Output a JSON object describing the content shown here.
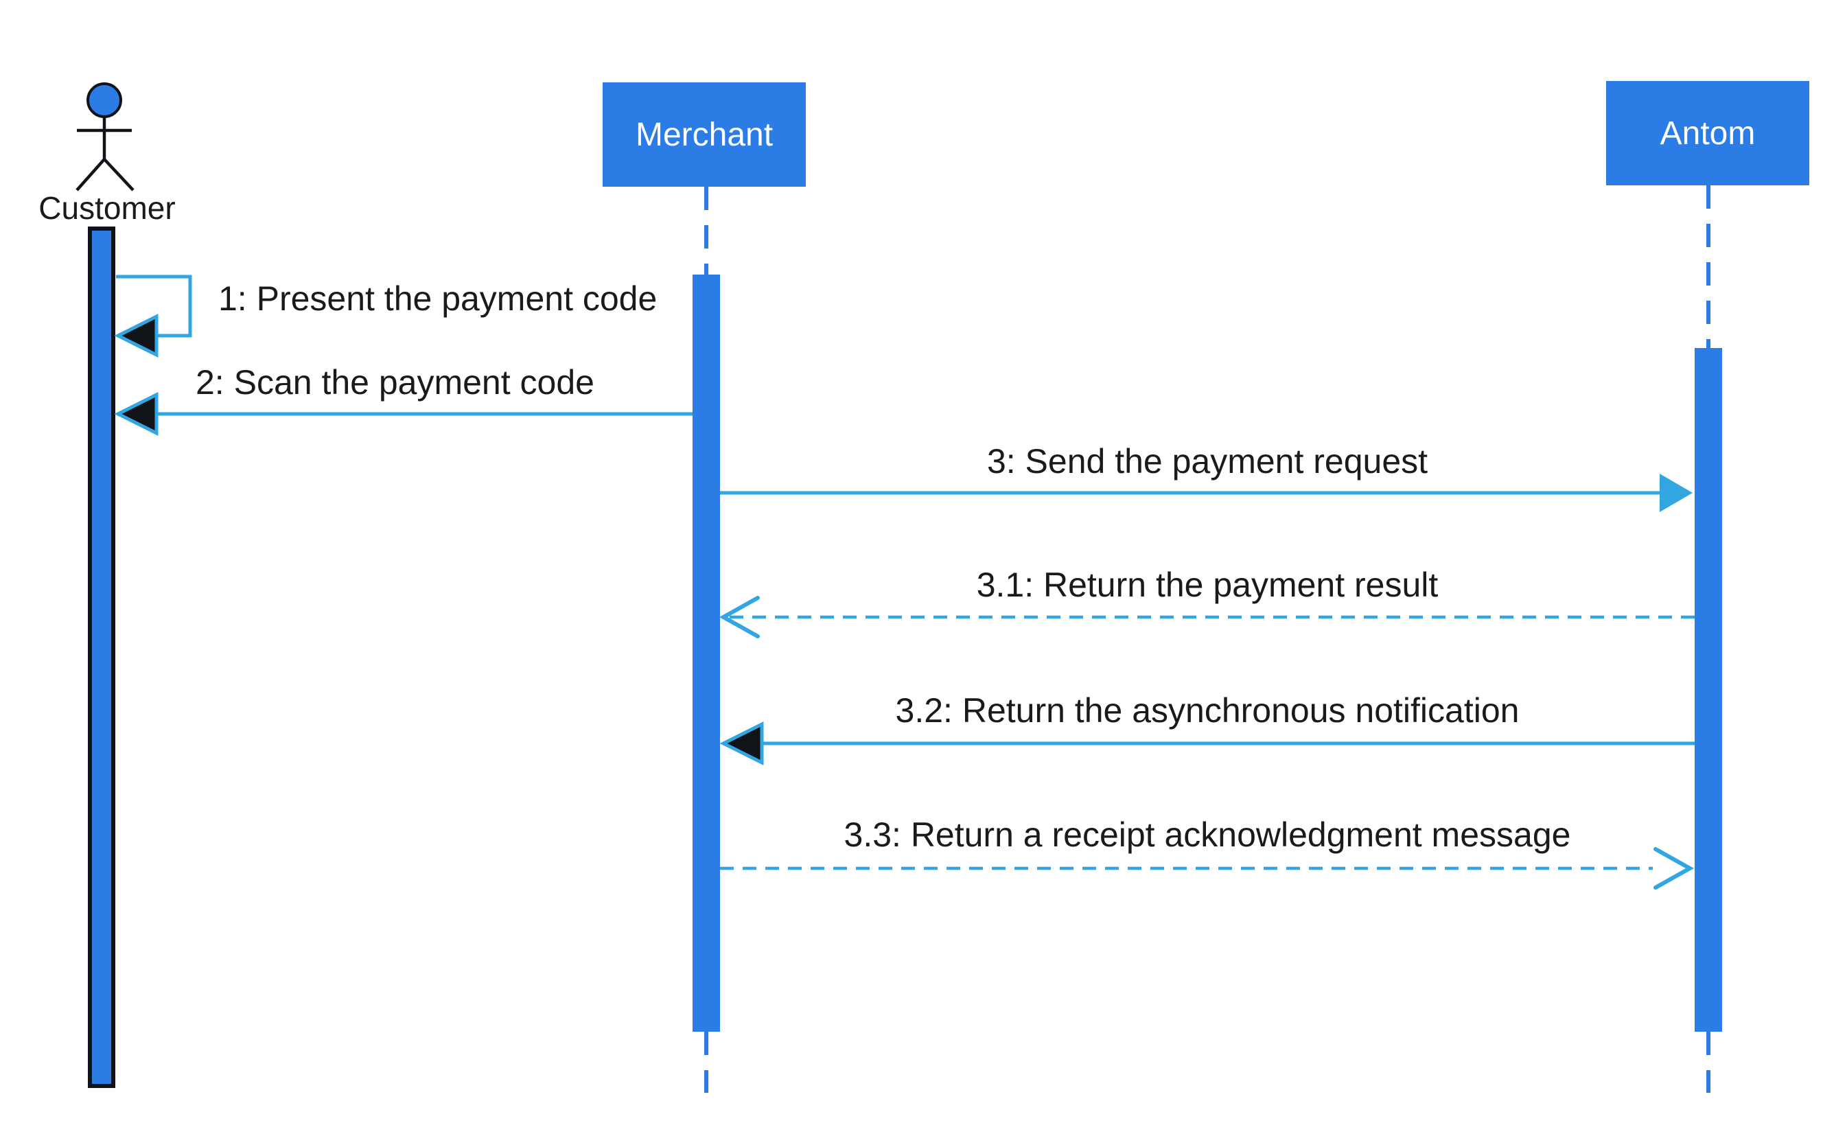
{
  "diagram": {
    "kind": "uml-sequence-diagram",
    "participants": [
      {
        "label": "Customer",
        "representation": "actor-stick-figure"
      },
      {
        "label": "Merchant",
        "representation": "header-box"
      },
      {
        "label": "Antom",
        "representation": "header-box"
      }
    ],
    "messages": [
      {
        "seq": "1",
        "label": "1: Present the payment code",
        "from": "Customer",
        "to": "Customer",
        "line": "solid",
        "arrowhead": "filled-black",
        "self_message": true
      },
      {
        "seq": "2",
        "label": "2: Scan the payment code",
        "from": "Merchant",
        "to": "Customer",
        "line": "solid",
        "arrowhead": "filled-black",
        "self_message": false
      },
      {
        "seq": "3",
        "label": "3: Send the payment request",
        "from": "Merchant",
        "to": "Antom",
        "line": "solid",
        "arrowhead": "filled-cyan",
        "self_message": false
      },
      {
        "seq": "3.1",
        "label": "3.1: Return the payment result",
        "from": "Antom",
        "to": "Merchant",
        "line": "dashed",
        "arrowhead": "open-chevron",
        "self_message": false
      },
      {
        "seq": "3.2",
        "label": "3.2: Return the asynchronous notification",
        "from": "Antom",
        "to": "Merchant",
        "line": "solid",
        "arrowhead": "filled-black",
        "self_message": false
      },
      {
        "seq": "3.3",
        "label": "3.3: Return a receipt acknowledgment message",
        "from": "Merchant",
        "to": "Antom",
        "line": "dashed",
        "arrowhead": "open-chevron",
        "self_message": false
      }
    ]
  },
  "colors": {
    "primary_blue": "#2C7CE5",
    "accent_cyan": "#32A6E0",
    "outline_black": "#101418",
    "text": "#1A1A1A",
    "label_white": "#FFFFFF",
    "background": "#FFFFFF"
  }
}
